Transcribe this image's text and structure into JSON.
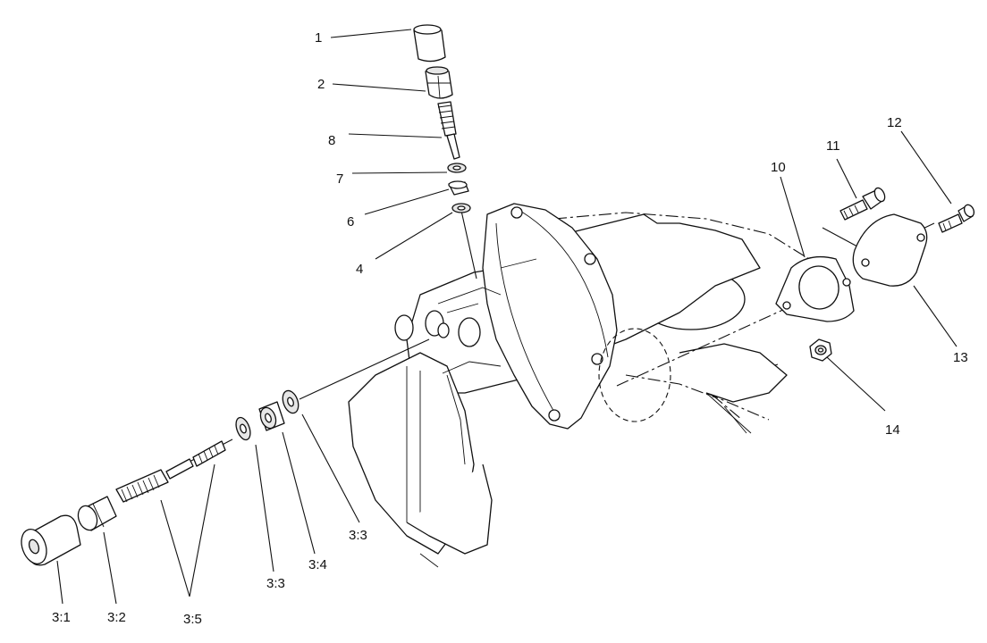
{
  "labels": {
    "l1": "1",
    "l2": "2",
    "l8": "8",
    "l7": "7",
    "l6": "6",
    "l4": "4",
    "l10": "10",
    "l11": "11",
    "l12": "12",
    "l13": "13",
    "l14": "14",
    "l3_1": "3:1",
    "l3_2": "3:2",
    "l3_5": "3:5",
    "l3_3a": "3:3",
    "l3_4": "3:4",
    "l3_3b": "3:3"
  }
}
